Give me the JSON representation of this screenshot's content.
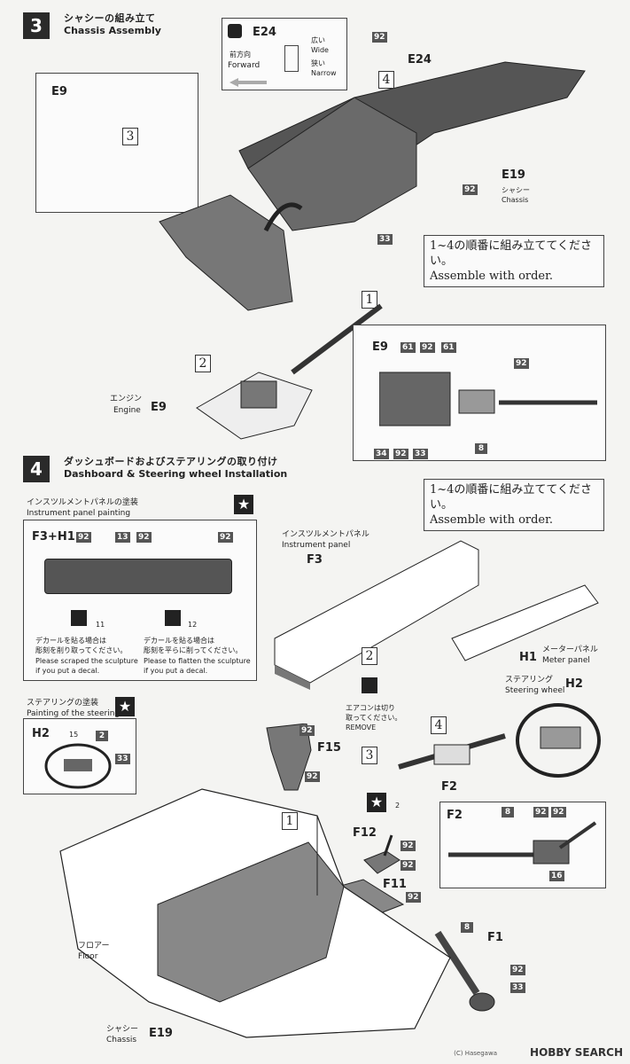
{
  "step3": {
    "number": "3",
    "title_jp": "シャシーの組み立て",
    "title_en": "Chassis Assembly",
    "legend": {
      "part": "E24",
      "dir_jp": "前方向",
      "dir_en": "Forward",
      "wide_jp": "広い",
      "wide_en": "Wide",
      "narrow_jp": "狭い",
      "narrow_en": "Narrow"
    },
    "labels": {
      "e9_detail": "E9",
      "e24": "E24",
      "e19": "E19",
      "chassis_jp": "シャシー",
      "chassis_en": "Chassis",
      "engine_jp": "エンジン",
      "engine_en": "Engine",
      "engine_part": "E9",
      "detail_e9": "E9"
    },
    "nums": [
      "92",
      "92",
      "33",
      "61",
      "92",
      "61",
      "92",
      "34",
      "92",
      "33",
      "8"
    ],
    "steps": [
      "1",
      "2",
      "3",
      "4"
    ],
    "order_jp": "1~4の順番に組み立ててください。",
    "order_en": "Assemble with order."
  },
  "step4": {
    "number": "4",
    "title_jp": "ダッシュボードおよびステアリングの取り付け",
    "title_en": "Dashboard & Steering wheel Installation",
    "order_jp": "1~4の順番に組み立ててください。",
    "order_en": "Assemble with order.",
    "panel_painting_jp": "インスツルメントパネルの塗装",
    "panel_painting_en": "Instrument panel painting",
    "panel_part": "F3+H1",
    "decal_note1_jp1": "デカールを貼る場合は",
    "decal_note1_jp2": "彫刻を削り取ってください。",
    "decal_note1_en1": "Please scraped the sculpture",
    "decal_note1_en2": "if you put a decal.",
    "decal_note2_jp1": "デカールを貼る場合は",
    "decal_note2_jp2": "彫刻を平らに削ってください。",
    "decal_note2_en1": "Please to flatten the sculpture",
    "decal_note2_en2": "if you put a decal.",
    "ip_jp": "インスツルメントパネル",
    "ip_en": "Instrument panel",
    "ip_part": "F3",
    "meter_part": "H1",
    "meter_jp": "メーターパネル",
    "meter_en": "Meter panel",
    "steering_jp": "ステアリング",
    "steering_en": "Steering wheel",
    "steering_part": "H2",
    "steer_paint_jp": "ステアリングの塗装",
    "steer_paint_en": "Painting of the steering",
    "steer_paint_part": "H2",
    "aircon_jp1": "エアコンは切り",
    "aircon_jp2": "取ってください。",
    "aircon_en": "REMOVE",
    "floor_jp": "フロアー",
    "floor_en": "Floor",
    "chassis_jp": "シャシー",
    "chassis_en": "Chassis",
    "parts": {
      "f15": "F15",
      "f2": "F2",
      "f2_detail": "F2",
      "f12": "F12",
      "f11": "F11",
      "f1": "F1",
      "e19": "E19"
    },
    "nums": [
      "92",
      "13",
      "92",
      "92",
      "11",
      "12",
      "15",
      "2",
      "33",
      "92",
      "92",
      "8",
      "92",
      "92",
      "16",
      "2",
      "92",
      "92",
      "92",
      "8",
      "92",
      "33"
    ],
    "steps": [
      "1",
      "2",
      "3",
      "4"
    ]
  },
  "footer": {
    "copyright": "(C) Hasegawa",
    "watermark": "HOBBY SEARCH"
  }
}
